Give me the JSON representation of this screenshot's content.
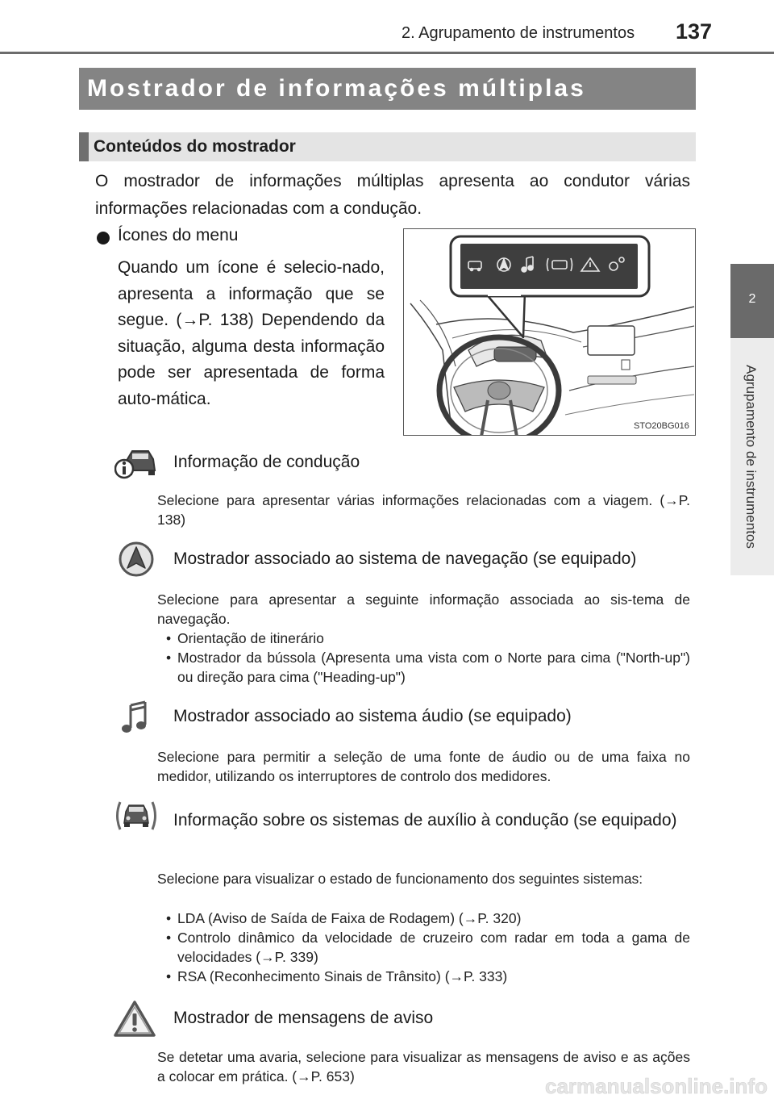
{
  "header": {
    "chapter_title": "2. Agrupamento de instrumentos",
    "page_number": "137"
  },
  "side_tab": {
    "number": "2",
    "label": "Agrupamento de instrumentos"
  },
  "section_title": "Mostrador de informações múltiplas",
  "subsection_title": "Conteúdos do mostrador",
  "intro": "O mostrador de informações múltiplas apresenta ao condutor várias informações relacionadas com a condução.",
  "menu_icons": {
    "label": "Ícones do menu",
    "description": "Quando um ícone é selecio-nado, apresenta a informação que se segue. (→P. 138) Dependendo da situação, alguma desta informação pode ser apresentada de forma auto-mática."
  },
  "figure": {
    "code": "STO20BG016"
  },
  "sections": {
    "driving_info": {
      "icon": "driving-info-icon",
      "title": "Informação de condução",
      "body": "Selecione para apresentar várias informações relacionadas com a viagem. (→P. 138)"
    },
    "navigation": {
      "icon": "navigation-icon",
      "title": "Mostrador associado ao sistema de navegação (se equipado)",
      "body": "Selecione para apresentar a seguinte informação associada ao sis-tema de navegação.",
      "items": [
        "Orientação de itinerário",
        "Mostrador da bússola (Apresenta uma vista com o Norte para cima (\"North-up\") ou direção para cima (\"Heading-up\")"
      ]
    },
    "audio": {
      "icon": "music-note-icon",
      "title": "Mostrador associado ao sistema áudio (se equipado)",
      "body": "Selecione para permitir a seleção de uma fonte de áudio ou de uma faixa no medidor, utilizando os interruptores de controlo dos medidores."
    },
    "driving_assist": {
      "icon": "driving-assist-icon",
      "title": "Informação sobre os sistemas de auxílio à condução (se equipado)",
      "body": "Selecione para visualizar o estado de funcionamento dos seguintes sistemas:",
      "items": [
        "LDA (Aviso de Saída de Faixa de Rodagem) (→P. 320)",
        "Controlo dinâmico da velocidade de cruzeiro com radar em toda a gama de velocidades (→P. 339)",
        "RSA (Reconhecimento Sinais de Trânsito) (→P. 333)"
      ]
    },
    "warning": {
      "icon": "warning-triangle-icon",
      "title": "Mostrador de mensagens de aviso",
      "body": "Se detetar uma avaria, selecione para visualizar as mensagens de aviso e as ações a colocar em prática. (→P. 653)"
    }
  },
  "watermark": "carmanualsonline.info"
}
